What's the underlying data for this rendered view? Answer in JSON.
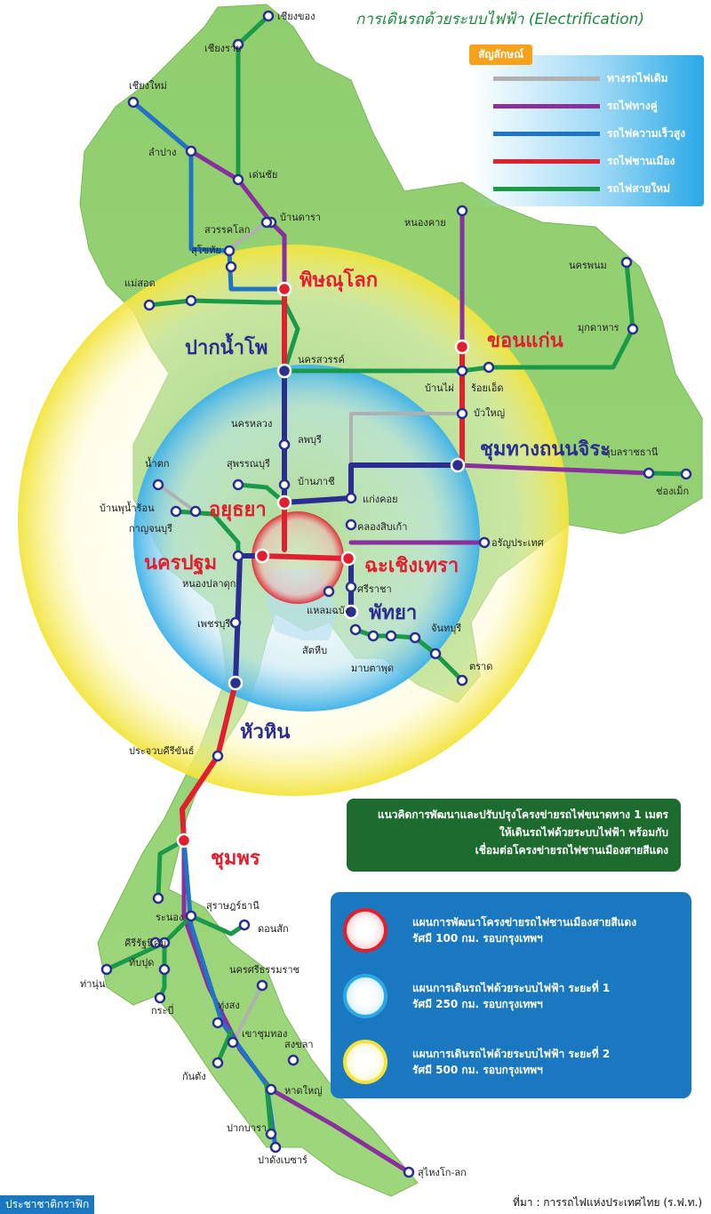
{
  "title": "การเดินรถด้วยระบบไฟฟ้า (Electrification)",
  "legend": {
    "heading": "สัญลักษณ์",
    "items": [
      {
        "label": "ทางรถไฟเดิม",
        "color": "#b0b0b0"
      },
      {
        "label": "รถไฟทางคู่",
        "color": "#8a2f9e"
      },
      {
        "label": "รถไฟความเร็วสูง",
        "color": "#1f74c4"
      },
      {
        "label": "รถไฟชานเมือง",
        "color": "#e0202e"
      },
      {
        "label": "รถไฟสายใหม่",
        "color": "#1a9a48"
      }
    ]
  },
  "major_stations": {
    "phitsanulok": "พิษณุโลก",
    "khonkaen": "ขอนแก่น",
    "paknampho": "ปากน้ำโพ",
    "chumthang": "ชุมทางถนนจิระ",
    "ayutthaya": "อยุธยา",
    "nakhonpathom": "นครปฐม",
    "chachoengsao": "ฉะเชิงเทรา",
    "pattaya": "พัทยา",
    "huahin": "หัวหิน",
    "chumphon": "ชุมพร"
  },
  "stations": {
    "chiangkhong": "เชียงของ",
    "chiangrai": "เชียงราย",
    "chiangmai": "เชียงใหม่",
    "lampang": "ลำปาง",
    "denchai": "เด่นชัย",
    "bandara": "บ้านดารา",
    "sawankhalok": "สวรรคโลก",
    "sukhothai": "สุโขทัย",
    "maesot": "แม่สอด",
    "nongkhai": "หนองคาย",
    "nakhonphanom": "นครพนม",
    "mukdahan": "มุกดาหาร",
    "nakhonsawan": "นครสวรรค์",
    "banphai": "บ้านไผ่",
    "roiet": "ร้อยเอ็ด",
    "buayai": "บัวใหญ่",
    "ubon": "อุบลราชธานี",
    "chongmek": "ช่องเม็ก",
    "nakhonluang": "นครหลวง",
    "lopburi": "ลพบุรี",
    "suphanburi": "สุพรรณบุรี",
    "banphachi": "บ้านภาชี",
    "kaengkhoi": "แก่งคอย",
    "namtok": "น้ำตก",
    "banphunamron": "บ้านพุน้ำร้อน",
    "kanchanaburi": "กาญจนบุรี",
    "khlongsipkao": "คลองสิบเก้า",
    "aranyaprathet": "อรัญประเทศ",
    "nongpladuk": "หนองปลาดุก",
    "laemchabang": "แหลมฉบัง",
    "sriracha": "ศรีราชา",
    "phetchaburi": "เพชรบุรี",
    "sattahip": "สัตหีบ",
    "chanthaburi": "จันทบุรี",
    "maptaphut": "มาบตาพุด",
    "trat": "ตราด",
    "prachuap": "ประจวบคีรีขันธ์",
    "ranong": "ระนอง",
    "suratthani": "สุราษฎร์ธานี",
    "donsak": "ดอนสัก",
    "khirirat": "คีรีรัฐนิคม",
    "thapput": "ทับปุด",
    "nakhonsi": "นครศรีธรรมราช",
    "thanun": "ท่านุ่น",
    "krabi": "กระบี่",
    "thungsong": "ทุ่งสง",
    "khaochumthong": "เขาชุมทอง",
    "songkhla": "สงขลา",
    "kantang": "กันตัง",
    "hatyai": "หาดใหญ่",
    "pakbara": "ปากบารา",
    "padangbesar": "ปาดังเบซาร์",
    "sungaikolok": "สุไหงโก-ลก"
  },
  "concept": {
    "line1": "แนวคิดการพัฒนาและปรับปรุงโครงข่ายรถไฟขนาดทาง 1 เมตร",
    "line2": "ให้เดินรถไฟด้วยระบบไฟฟ้า พร้อมกับ",
    "line3": "เชื่อมต่อโครงข่ายรถไฟชานเมืองสายสีแดง"
  },
  "plans": [
    {
      "line1": "แผนการพัฒนาโครงข่ายรถไฟชานเมืองสายสีแดง",
      "line2": "รัศมี 100 กม. รอบกรุงเทพฯ",
      "color": "#e0202e"
    },
    {
      "line1": "แผนการเดินรถไฟด้วยระบบไฟฟ้า ระยะที่ 1",
      "line2": "รัศมี 250 กม. รอบกรุงเทพฯ",
      "color": "#2aa9e6"
    },
    {
      "line1": "แผนการเดินรถไฟด้วยระบบไฟฟ้า ระยะที่ 2",
      "line2": "รัศมี 500 กม. รอบกรุงเทพฯ",
      "color": "#f5e23a"
    }
  ],
  "credits": {
    "left": "ประชาชาติกราฟิก",
    "right": "ที่มา : การรถไฟแห่งประเทศไทย (ร.ฟ.ท.)"
  }
}
